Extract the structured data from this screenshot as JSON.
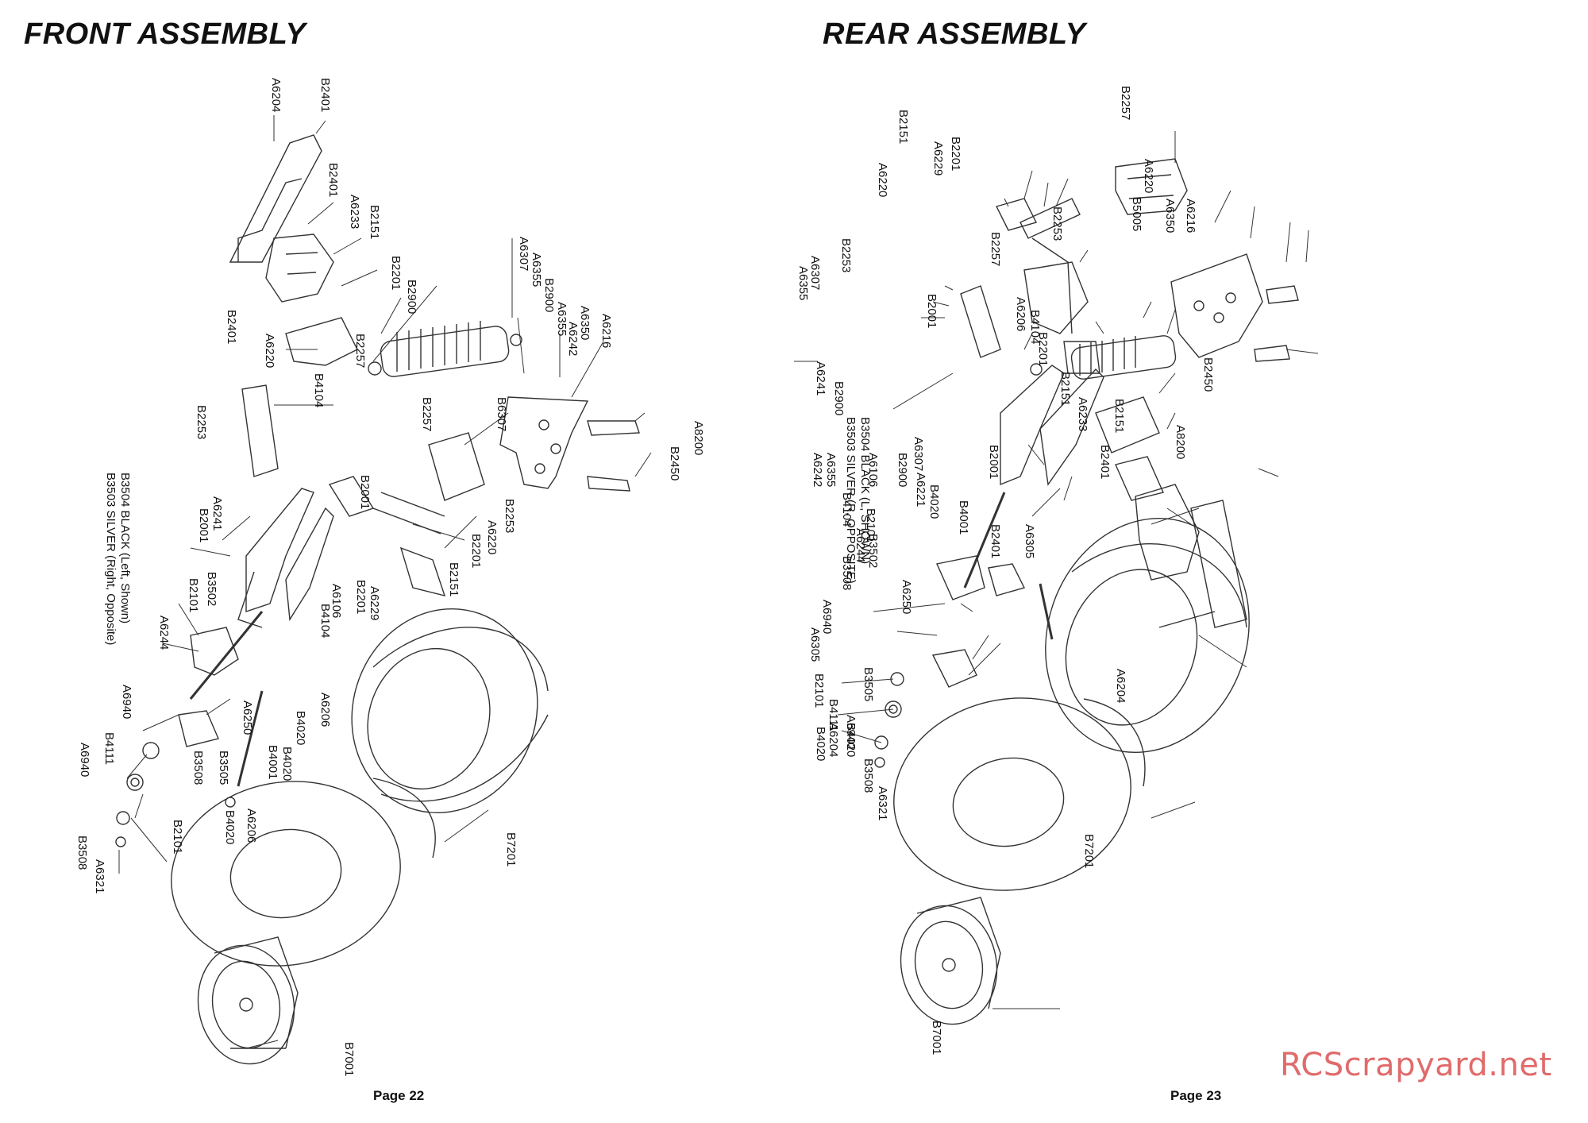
{
  "pages": [
    {
      "title": "FRONT ASSEMBLY",
      "page_label": "Page 22",
      "labels": [
        "A6204",
        "B2401",
        "B2401",
        "A6233",
        "B2151",
        "B2201",
        "B2900",
        "B2401",
        "A6307",
        "A6355",
        "B2900",
        "A6355",
        "A6242",
        "A6350",
        "A6216",
        "A6220",
        "B2257",
        "B4104",
        "B6307",
        "A8200",
        "B2450",
        "B2253",
        "B2257",
        "B2001",
        "B2253",
        "B3504 BLACK (Left, Shown)",
        "B3503 SILVER (Right, Opposite)",
        "A6241",
        "B2001",
        "A6220",
        "B2201",
        "B2151",
        "B2101",
        "B3502",
        "A6106",
        "B4104",
        "A6229",
        "B2201",
        "A6244",
        "A6940",
        "A6250",
        "A6206",
        "B4111",
        "B3505",
        "B4020",
        "B4001",
        "B4020",
        "A6940",
        "B3508",
        "B2101",
        "B4020",
        "A6206",
        "B3508",
        "A6321",
        "B7201",
        "B7001"
      ]
    },
    {
      "title": "REAR ASSEMBLY",
      "page_label": "Page 23",
      "labels": [
        "B2257",
        "B2151",
        "A6229",
        "B2201",
        "A6220",
        "A6220",
        "B5005",
        "A6350",
        "A6216",
        "B2253",
        "A6307",
        "A6355",
        "B2257",
        "A6206",
        "B4104",
        "B2253",
        "B2001",
        "A6241",
        "B2900",
        "B2201",
        "B2450",
        "B3504 BLACK (L, SHOWN)",
        "B3503 SILVER (R, OPPOSITE)",
        "B2151",
        "A6233",
        "B2151",
        "A8200",
        "B2900",
        "A6307",
        "A6242",
        "A6355",
        "B4104",
        "A6106",
        "B2001",
        "B2401",
        "A6221",
        "B4020",
        "B4001",
        "B2101",
        "A6244",
        "B3502",
        "A6305",
        "B2401",
        "B3508",
        "A6940",
        "A6250",
        "A6305",
        "B2101",
        "B3505",
        "B4111",
        "A6940",
        "B4020",
        "A6204",
        "B4020",
        "B3508",
        "A6321",
        "A6204",
        "B7201",
        "B7001"
      ]
    }
  ],
  "watermark": "RCScrapyard.net"
}
